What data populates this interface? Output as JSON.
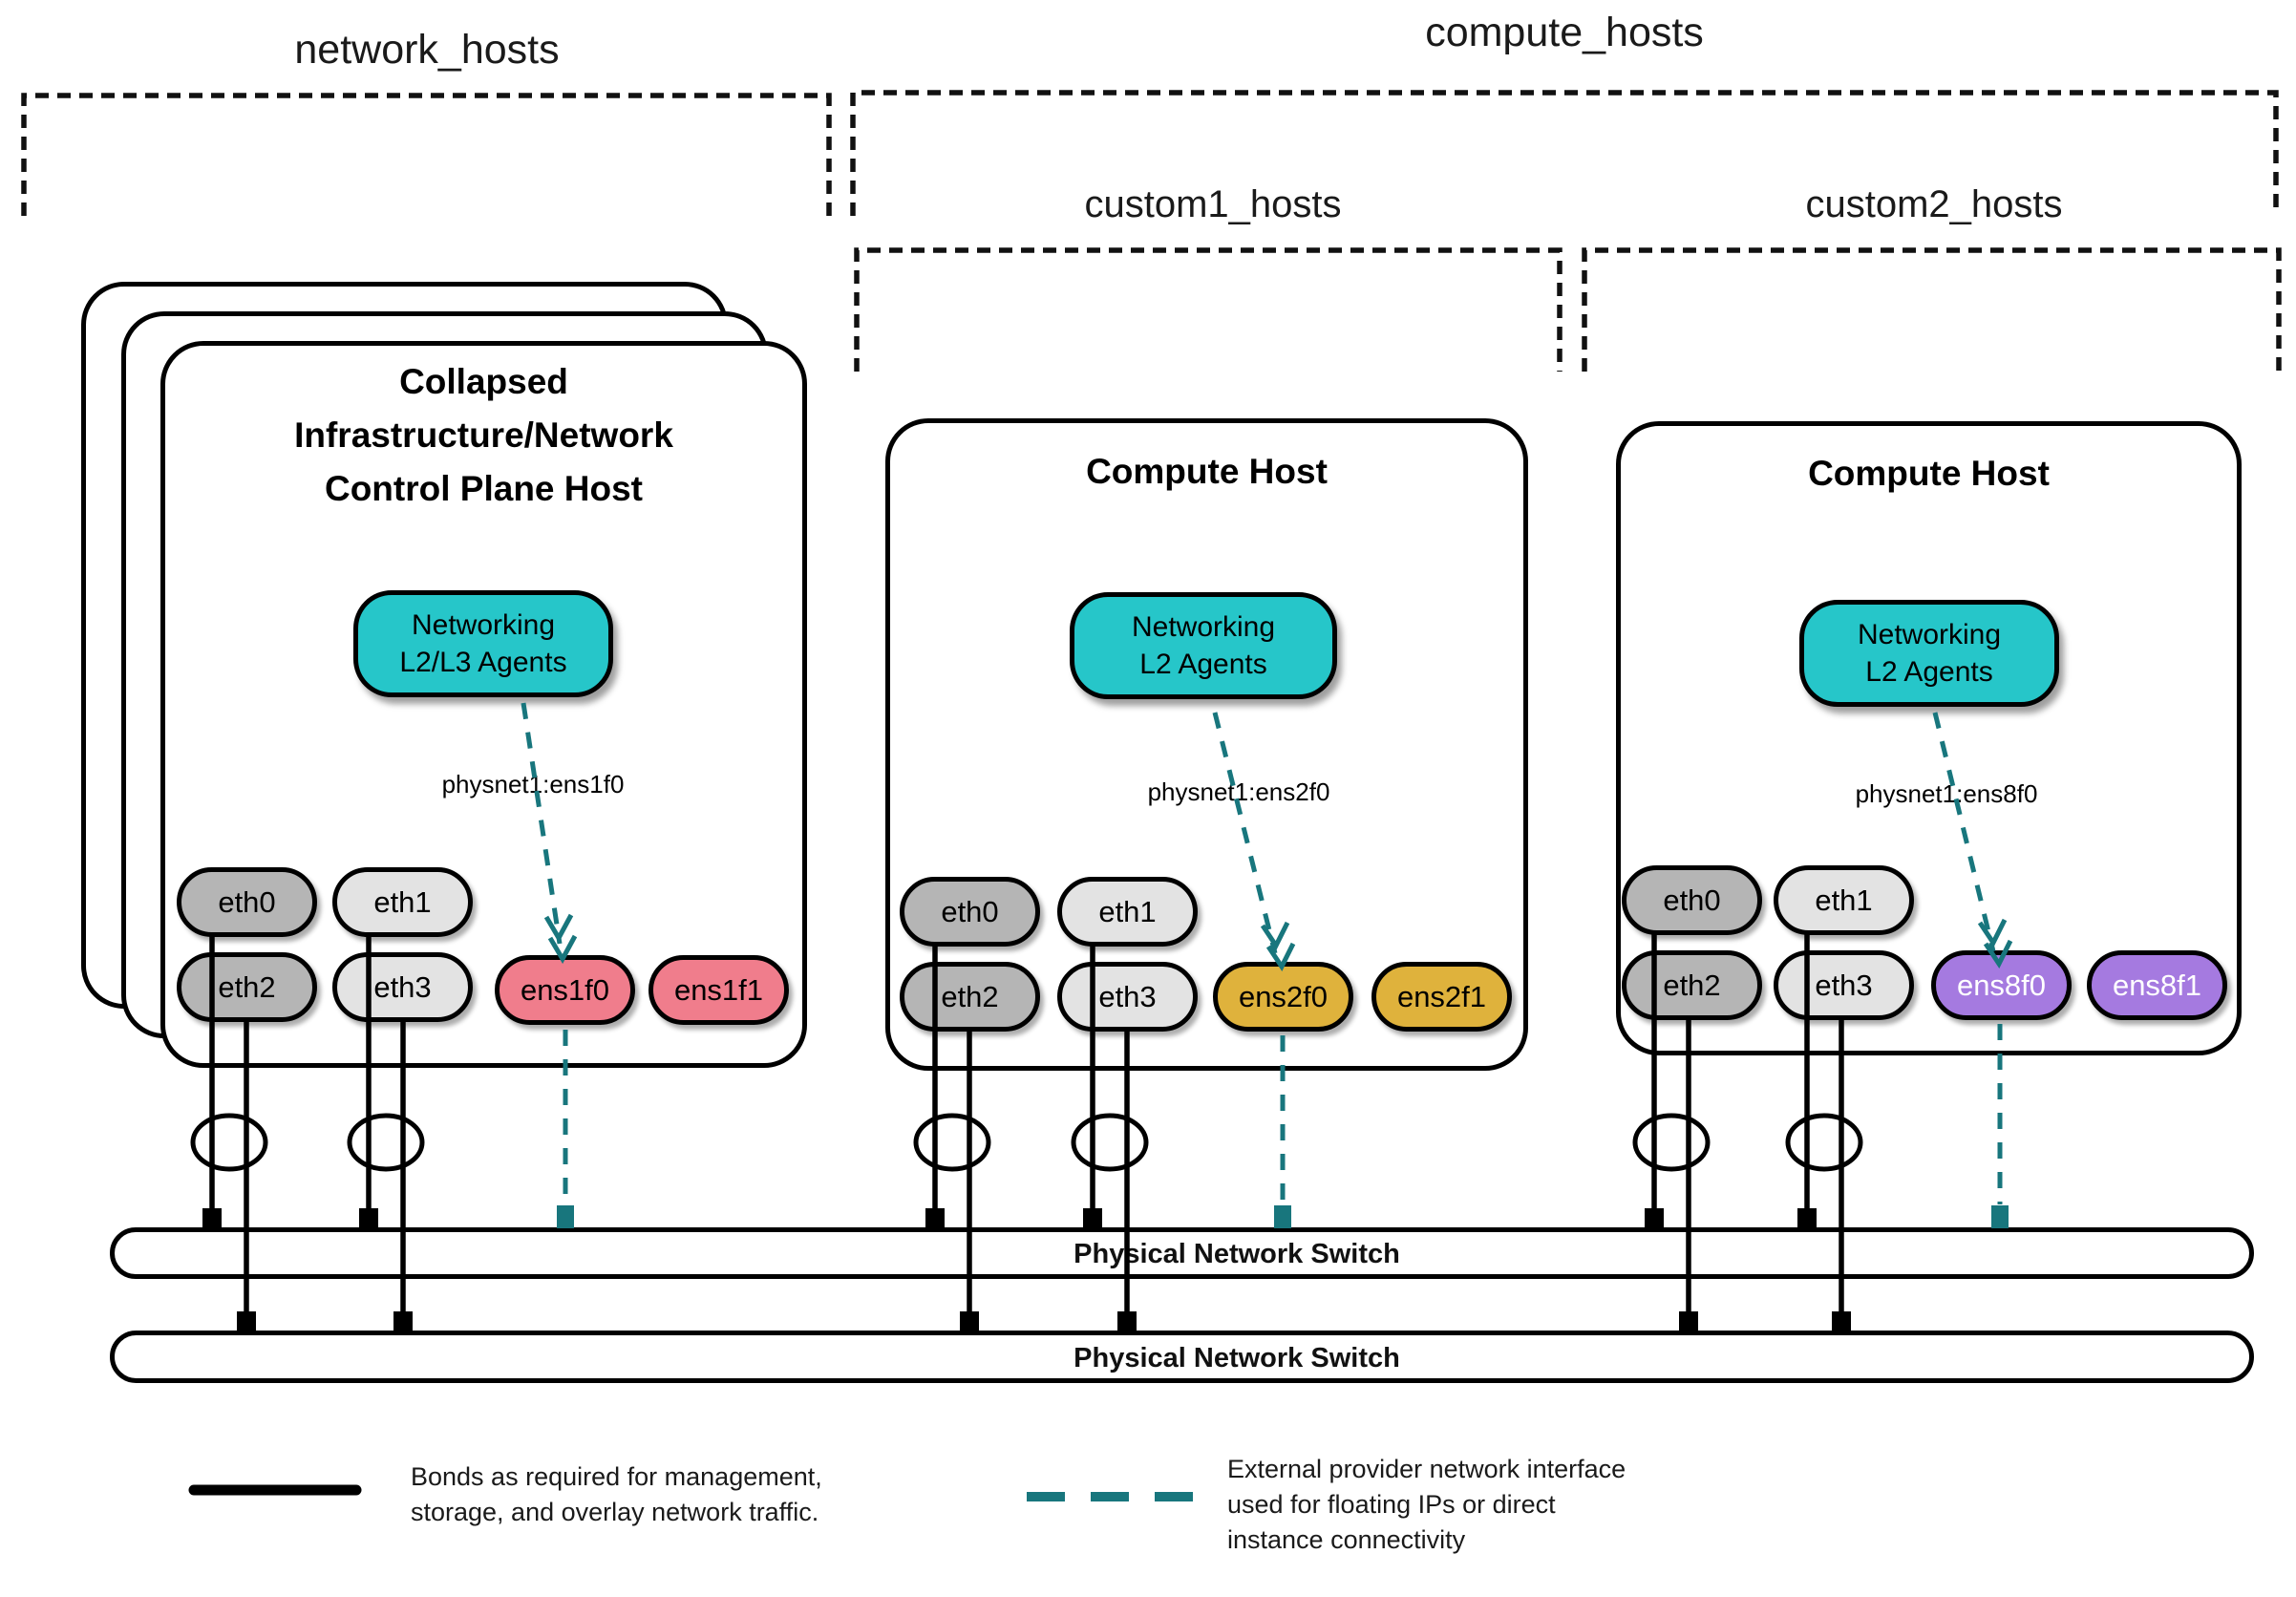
{
  "groups": [
    {
      "id": "network_hosts",
      "label": "network_hosts"
    },
    {
      "id": "compute_hosts",
      "label": "compute_hosts"
    },
    {
      "id": "custom1_hosts",
      "label": "custom1_hosts"
    },
    {
      "id": "custom2_hosts",
      "label": "custom2_hosts"
    }
  ],
  "hosts": [
    {
      "title_lines": [
        "Collapsed",
        "Infrastructure/Network",
        "Control Plane Host"
      ],
      "agent_lines": [
        "Networking",
        "L2/L3 Agents"
      ],
      "physnet": "physnet1:ens1f0",
      "nics": [
        {
          "label": "eth0",
          "fill": "#b5b5b5"
        },
        {
          "label": "eth1",
          "fill": "#e3e3e3"
        },
        {
          "label": "eth2",
          "fill": "#b5b5b5"
        },
        {
          "label": "eth3",
          "fill": "#e3e3e3"
        },
        {
          "label": "ens1f0",
          "fill": "#f07d8c"
        },
        {
          "label": "ens1f1",
          "fill": "#f07d8c"
        }
      ]
    },
    {
      "title_lines": [
        "Compute Host"
      ],
      "agent_lines": [
        "Networking",
        "L2 Agents"
      ],
      "physnet": "physnet1:ens2f0",
      "nics": [
        {
          "label": "eth0",
          "fill": "#b5b5b5"
        },
        {
          "label": "eth1",
          "fill": "#e3e3e3"
        },
        {
          "label": "eth2",
          "fill": "#b5b5b5"
        },
        {
          "label": "eth3",
          "fill": "#e3e3e3"
        },
        {
          "label": "ens2f0",
          "fill": "#dfb23c"
        },
        {
          "label": "ens2f1",
          "fill": "#dfb23c"
        }
      ]
    },
    {
      "title_lines": [
        "Compute Host"
      ],
      "agent_lines": [
        "Networking",
        "L2 Agents"
      ],
      "physnet": "physnet1:ens8f0",
      "nics": [
        {
          "label": "eth0",
          "fill": "#b5b5b5"
        },
        {
          "label": "eth1",
          "fill": "#e3e3e3"
        },
        {
          "label": "eth2",
          "fill": "#b5b5b5"
        },
        {
          "label": "eth3",
          "fill": "#e3e3e3"
        },
        {
          "label": "ens8f0",
          "fill": "#a57ae0"
        },
        {
          "label": "ens8f1",
          "fill": "#a57ae0"
        }
      ]
    }
  ],
  "switches": [
    {
      "label": "Physical Network Switch"
    },
    {
      "label": "Physical Network Switch"
    }
  ],
  "legend": [
    {
      "swatch": "solid-black",
      "lines": [
        "Bonds as required for management,",
        "storage, and overlay network traffic."
      ]
    },
    {
      "swatch": "dashed-teal",
      "lines": [
        "External provider network interface",
        "used for floating IPs or direct",
        "instance connectivity"
      ]
    }
  ],
  "colors": {
    "agent_fill": "#26c6c9",
    "provider_line": "#18767d",
    "nic_gray_dark": "#b5b5b5",
    "nic_gray_light": "#e3e3e3",
    "nic_pink": "#f07d8c",
    "nic_gold": "#dfb23c",
    "nic_purple": "#a57ae0",
    "outline": "#000000"
  }
}
